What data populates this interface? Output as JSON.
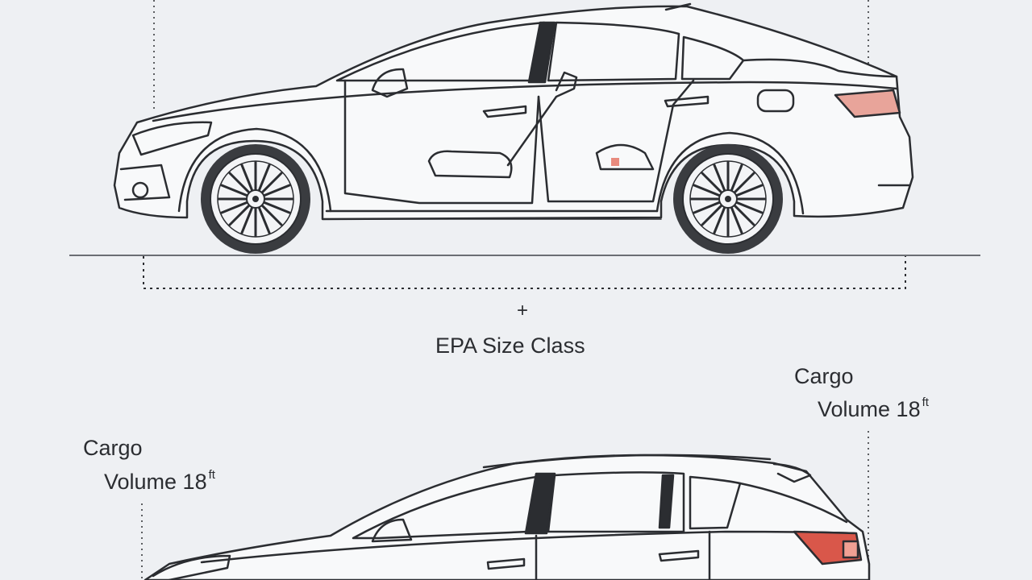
{
  "annotations": {
    "plus": "+",
    "epa_size_class": "EPA Size Class",
    "right_cargo": {
      "line1": "Cargo",
      "line2": "Volume 18",
      "unit": "ft"
    },
    "left_cargo": {
      "line1": "Cargo",
      "line2": "Volume 18",
      "unit": "ft"
    }
  },
  "icons": {
    "sedan": "sedan-side-view-icon",
    "hatchback": "hatchback-side-view-icon"
  },
  "colors": {
    "background": "#eef0f3",
    "line": "#2b2d31",
    "taillight": "#e8a49a",
    "taillight_hatch": "#d9574a"
  }
}
